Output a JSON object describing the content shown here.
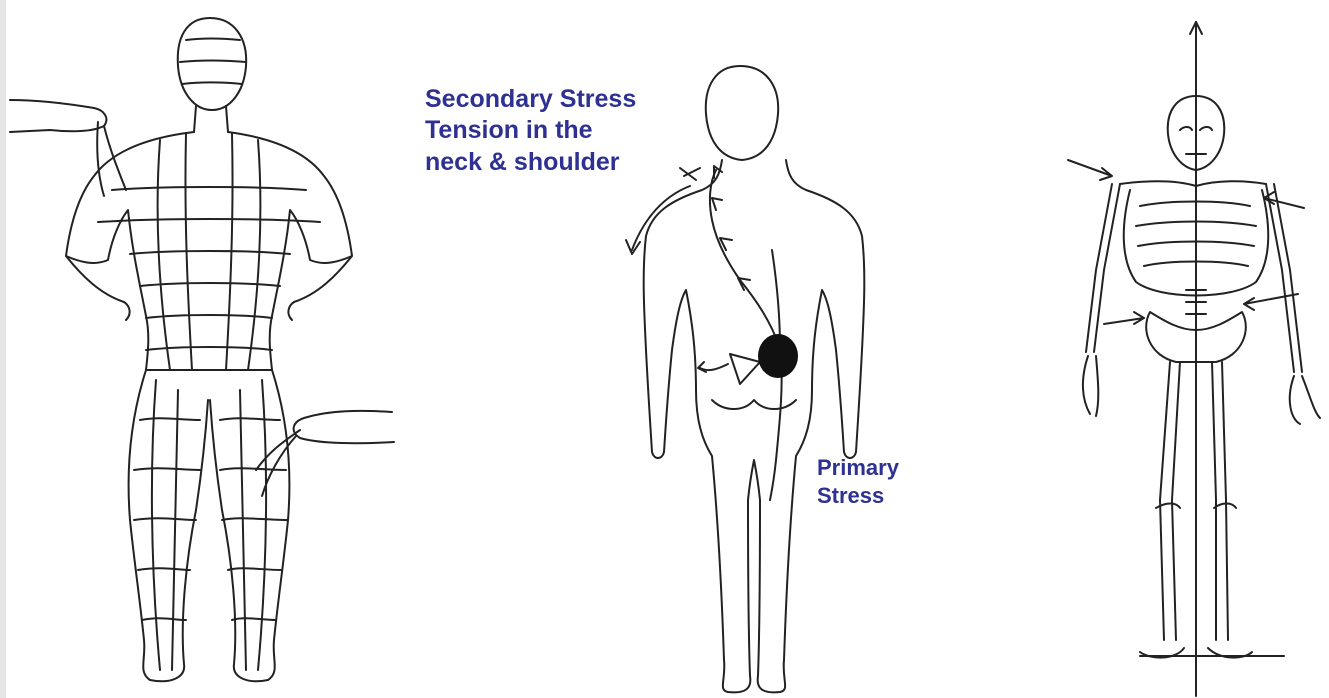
{
  "labels": {
    "secondary_lines": [
      "Secondary Stress",
      "Tension in the",
      "neck & shoulder"
    ],
    "primary_lines": [
      "Primary",
      "Stress"
    ]
  },
  "colors": {
    "label": "#2e3192",
    "line": "#222222",
    "knot": "#111111",
    "page_edge": "#e6e6e6"
  },
  "figures": [
    {
      "name": "mesh-body-figure-front",
      "icon": "wireframe-human-with-pulled-fascia"
    },
    {
      "name": "back-view-figure",
      "icon": "human-back-with-stress-arrows"
    },
    {
      "name": "skeleton-figure",
      "icon": "skeleton-with-plumb-line"
    }
  ]
}
